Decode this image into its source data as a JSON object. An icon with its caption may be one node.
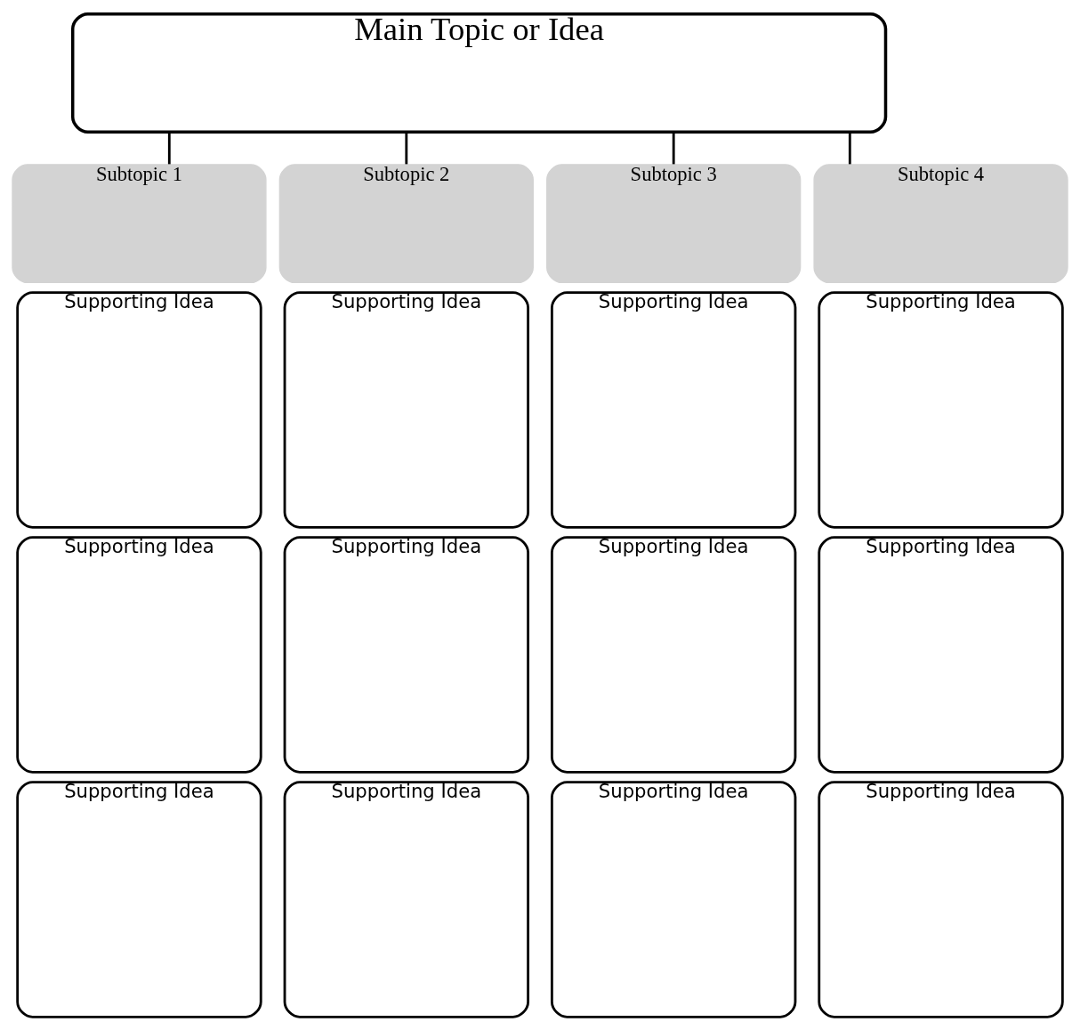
{
  "diagram": {
    "nodes": [
      {
        "text": [
          "Main Topic or Idea"
        ]
      },
      {
        "text": [
          "Subtopic 1"
        ]
      },
      {
        "text": [
          "Subtopic 2"
        ]
      },
      {
        "text": [
          "Subtopic 3"
        ]
      },
      {
        "text": [
          "Subtopic 4"
        ]
      },
      {
        "text": [
          "Supporting Idea"
        ]
      },
      {
        "text": [
          "Supporting Idea"
        ]
      },
      {
        "text": [
          "Supporting Idea"
        ]
      },
      {
        "text": [
          "Supporting Idea"
        ]
      },
      {
        "text": [
          "Supporting Idea"
        ]
      },
      {
        "text": [
          "Supporting Idea"
        ]
      },
      {
        "text": [
          "Supporting Idea"
        ]
      },
      {
        "text": [
          "Supporting Idea"
        ]
      },
      {
        "text": [
          "Supporting Idea"
        ]
      },
      {
        "text": [
          "Supporting Idea"
        ]
      },
      {
        "text": [
          "Supporting Idea"
        ]
      },
      {
        "text": [
          "Supporting Idea"
        ]
      }
    ],
    "edges": [
      {
        "from": 0,
        "to": 1,
        "arrow": "none"
      },
      {
        "from": 0,
        "to": 2,
        "arrow": "none"
      },
      {
        "from": 0,
        "to": 3,
        "arrow": "none"
      },
      {
        "from": 0,
        "to": 4,
        "arrow": "none"
      }
    ]
  }
}
